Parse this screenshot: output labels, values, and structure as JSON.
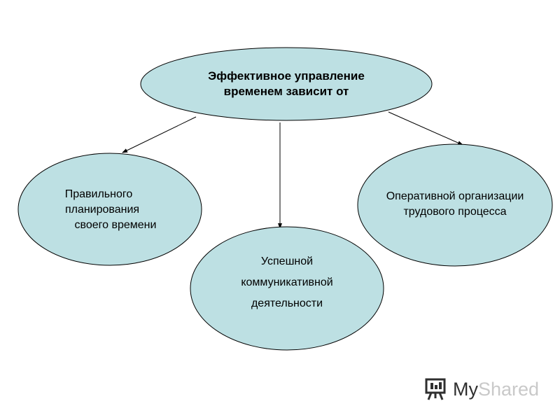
{
  "colors": {
    "node_fill": "#bde0e3",
    "node_stroke": "#000000",
    "arrow": "#000000"
  },
  "diagram": {
    "root": {
      "lines": [
        "Эффективное управление",
        "временем зависит от"
      ]
    },
    "children": [
      {
        "id": "planning",
        "lines": [
          "Правильного",
          "планирования",
          "своего времени"
        ]
      },
      {
        "id": "communication",
        "lines": [
          "Успешной",
          "коммуникативной",
          "деятельности"
        ]
      },
      {
        "id": "organization",
        "lines": [
          "Оперативной организации",
          "трудового процесса"
        ]
      }
    ]
  },
  "watermark": {
    "text_my": "My",
    "text_rest": "Shared",
    "icon": "presentation-board-icon"
  }
}
